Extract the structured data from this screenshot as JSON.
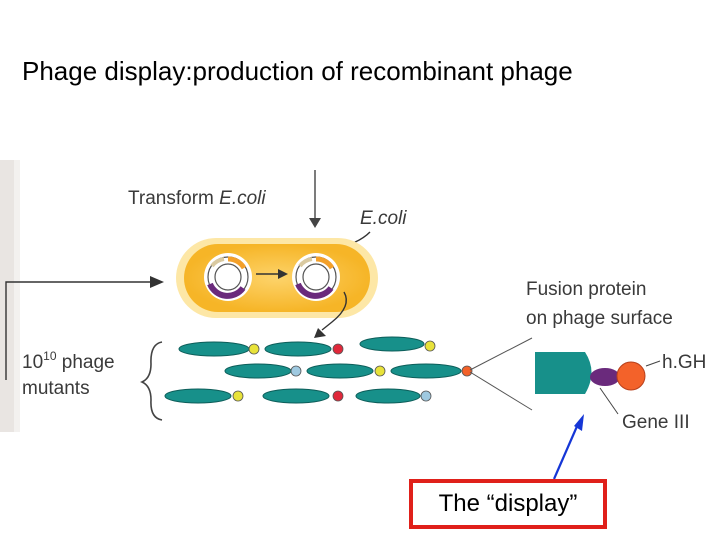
{
  "slide": {
    "title": "Phage display:production of recombinant phage",
    "callout": "The “display”"
  },
  "figure": {
    "transform_prefix": "Transform ",
    "transform_organism": "E.coli",
    "ecoli_label": "E.coli",
    "mutants_base": "10",
    "mutants_exponent": "10",
    "mutants_word": " phage",
    "mutants_line2": "mutants",
    "fusion_line1": "Fusion protein",
    "fusion_line2": "on phage surface",
    "hgh_label": "h.GH",
    "gene3_label": "Gene III"
  },
  "colors": {
    "phage_body": "#17908a",
    "cell": "#f6b527",
    "cell_glow": "#fde7a6",
    "gene_iii": "#6a2a7c",
    "hgh": "#f3622a",
    "callout_border": "#e0201a",
    "callout_arrow": "#1536d6"
  }
}
